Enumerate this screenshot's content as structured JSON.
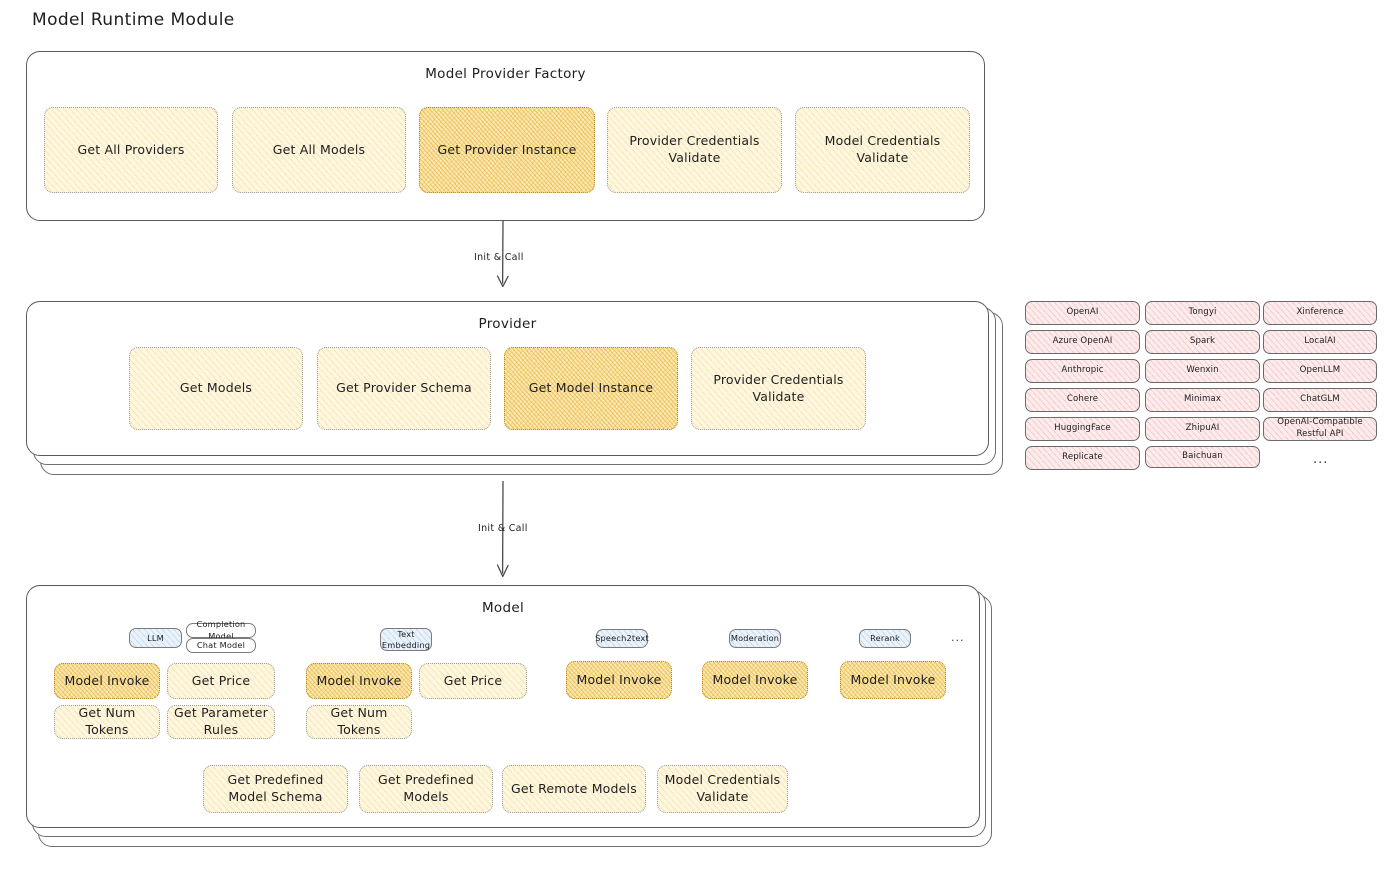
{
  "page": {
    "title": "Model Runtime Module"
  },
  "colors": {
    "accent_yellow": "#fdf6e0",
    "accent_yellow_hot": "#fbeab6",
    "provider_pink": "#fdecec",
    "model_type_blue": "#eaf3fb",
    "stroke": "#5b5b5b"
  },
  "factory": {
    "title": "Model Provider Factory",
    "methods": [
      {
        "label": "Get All Providers",
        "highlighted": false
      },
      {
        "label": "Get All Models",
        "highlighted": false
      },
      {
        "label": "Get Provider Instance",
        "highlighted": true
      },
      {
        "label": "Provider Credentials Validate",
        "highlighted": false
      },
      {
        "label": "Model Credentials Validate",
        "highlighted": false
      }
    ]
  },
  "arrows": [
    {
      "label": "Init & Call"
    },
    {
      "label": "Init & Call"
    }
  ],
  "provider": {
    "title": "Provider",
    "methods": [
      {
        "label": "Get Models",
        "highlighted": false
      },
      {
        "label": "Get Provider Schema",
        "highlighted": false
      },
      {
        "label": "Get Model Instance",
        "highlighted": true
      },
      {
        "label": "Provider Credentials Validate",
        "highlighted": false
      }
    ]
  },
  "provider_list": {
    "columns": [
      {
        "items": [
          "OpenAI",
          "Azure OpenAI",
          "Anthropic",
          "Cohere",
          "HuggingFace",
          "Replicate"
        ],
        "ellipsis": false
      },
      {
        "items": [
          "Tongyi",
          "Spark",
          "Wenxin",
          "Minimax",
          "ZhipuAI",
          "Baichuan"
        ],
        "ellipsis": false
      },
      {
        "items": [
          "Xinference",
          "LocalAI",
          "OpenLLM",
          "ChatGLM",
          "OpenAI-Compatible Restful API"
        ],
        "ellipsis": true
      }
    ],
    "ellipsis_label": "..."
  },
  "model": {
    "title": "Model",
    "ellipsis_label": "...",
    "types": [
      {
        "badge": "LLM",
        "sub_badges": [
          "Completion Model",
          "Chat Model"
        ],
        "methods": [
          {
            "label": "Model Invoke",
            "highlighted": true
          },
          {
            "label": "Get Price",
            "highlighted": false
          },
          {
            "label": "Get Num Tokens",
            "highlighted": false
          },
          {
            "label": "Get Parameter Rules",
            "highlighted": false
          }
        ]
      },
      {
        "badge": "Text Embedding",
        "sub_badges": [],
        "methods": [
          {
            "label": "Model Invoke",
            "highlighted": true
          },
          {
            "label": "Get Price",
            "highlighted": false
          },
          {
            "label": "Get Num Tokens",
            "highlighted": false
          }
        ]
      },
      {
        "badge": "Speech2text",
        "sub_badges": [],
        "methods": [
          {
            "label": "Model Invoke",
            "highlighted": true
          }
        ]
      },
      {
        "badge": "Moderation",
        "sub_badges": [],
        "methods": [
          {
            "label": "Model Invoke",
            "highlighted": true
          }
        ]
      },
      {
        "badge": "Rerank",
        "sub_badges": [],
        "methods": [
          {
            "label": "Model Invoke",
            "highlighted": true
          }
        ]
      }
    ],
    "shared_methods": [
      {
        "label": "Get Predefined Model Schema"
      },
      {
        "label": "Get Predefined Models"
      },
      {
        "label": "Get Remote Models"
      },
      {
        "label": "Model Credentials Validate"
      }
    ]
  }
}
